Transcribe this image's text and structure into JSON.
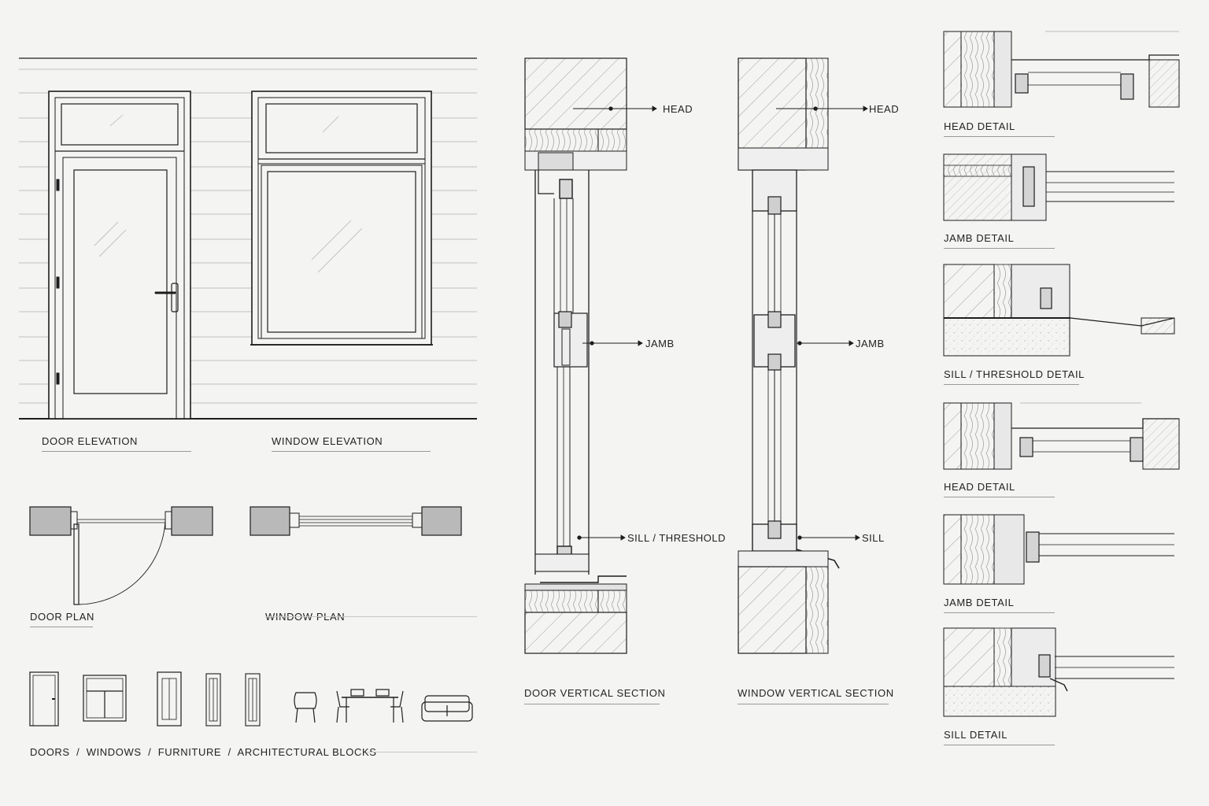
{
  "elevations": {
    "door_label": "DOOR ELEVATION",
    "window_label": "WINDOW ELEVATION"
  },
  "plans": {
    "door_label": "DOOR PLAN",
    "window_label": "WINDOW PLAN"
  },
  "blocks": {
    "label": "DOORS  /  WINDOWS  /  FURNITURE  /  ARCHITECTURAL BLOCKS",
    "icons": [
      "door-block-icon",
      "window-block-icon",
      "frame-section-block-icon",
      "jamb-block-icon",
      "jamb-block-icon-2",
      "chair-icon",
      "dining-set-icon",
      "sofa-icon"
    ]
  },
  "door_section": {
    "label": "DOOR VERTICAL SECTION",
    "callouts": [
      "HEAD",
      "JAMB",
      "SILL / THRESHOLD"
    ]
  },
  "window_section": {
    "label": "WINDOW VERTICAL SECTION",
    "callouts": [
      "HEAD",
      "JAMB",
      "SILL"
    ]
  },
  "details": [
    "HEAD DETAIL",
    "JAMB DETAIL",
    "SILL / THRESHOLD DETAIL",
    "HEAD DETAIL",
    "JAMB DETAIL",
    "SILL DETAIL"
  ],
  "colors": {
    "background": "#f4f4f3",
    "ink": "#1d1d1d",
    "wall_fill": "#b9b9b9",
    "hatch": "#8a8a8a"
  }
}
